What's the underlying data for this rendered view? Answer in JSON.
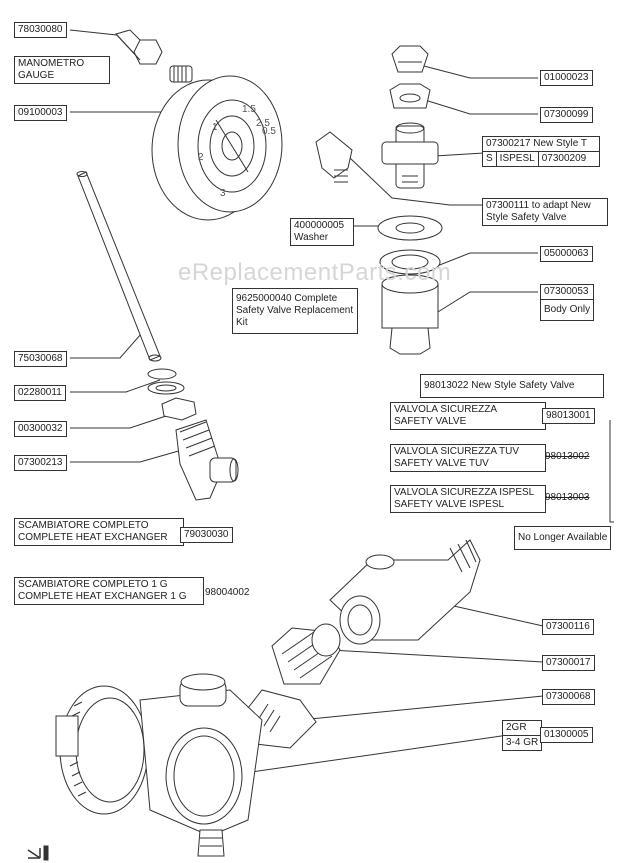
{
  "watermark": "eReplacementParts.com",
  "parts": {
    "p78030080": "78030080",
    "manometro": "MANOMETRO",
    "gauge": "GAUGE",
    "p09100003": "09100003",
    "p75030068": "75030068",
    "p02280011": "02280011",
    "p00300032": "00300032",
    "p07300213": "07300213",
    "p01000023": "01000023",
    "p07300099": "07300099",
    "p07300217": "07300217 New Style T",
    "s": "S",
    "ispesl": "ISPESL",
    "p07300209": "07300209",
    "p07300111": "07300111 to adapt New Style Safety Valve",
    "p400000005": "400000005",
    "washer": "Washer",
    "p05000063": "05000063",
    "kit": "9625000040 Complete Safety Valve Replacement Kit",
    "p07300053": "07300053",
    "body_only": "Body Only",
    "p98013022": "98013022 New Style Safety Valve",
    "valvola": "VALVOLA SICUREZZA",
    "safety_valve": "SAFETY VALVE",
    "p98013001": "98013001",
    "valvola_tuv": "VALVOLA SICUREZZA TUV",
    "safety_valve_tuv": "SAFETY VALVE TUV",
    "p98013002": "98013002",
    "valvola_ispesl": "VALVOLA SICUREZZA ISPESL",
    "safety_valve_ispesl": "SAFETY VALVE ISPESL",
    "p98013003": "98013003",
    "no_longer": "No Longer Available",
    "scamb": "SCAMBIATORE COMPLETO",
    "complete_hx": "COMPLETE HEAT EXCHANGER",
    "p79030030": "79030030",
    "scamb1g": "SCAMBIATORE COMPLETO 1 G",
    "complete_hx1g": "COMPLETE HEAT EXCHANGER 1 G",
    "p98004002": "98004002",
    "p07300116": "07300116",
    "p07300017": "07300017",
    "p07300068": "07300068",
    "gr2": "2GR",
    "gr34": "3-4 GR",
    "p01300005": "01300005"
  },
  "gauge_scale": [
    "0.5",
    "1",
    "1.5",
    "2",
    "2.5",
    "3"
  ]
}
